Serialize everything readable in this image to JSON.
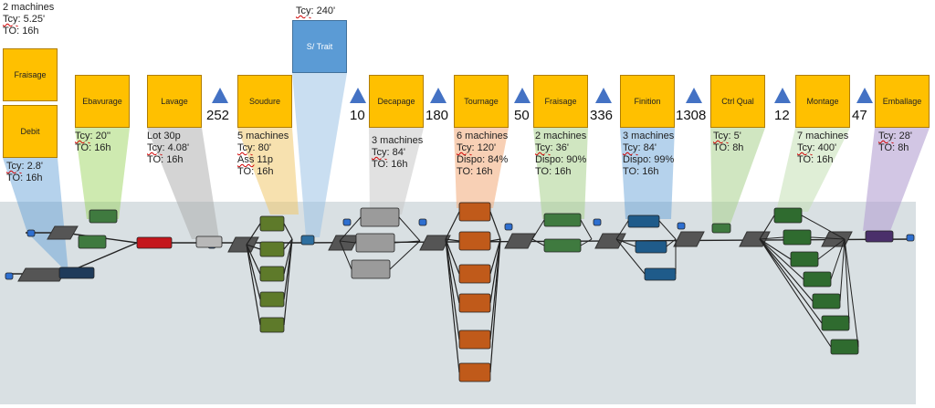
{
  "stations": [
    {
      "id": "fraisage1",
      "label": "Fraisage",
      "info": [
        [
          "2 machines"
        ],
        [
          "Tcy",
          ": 5.25'"
        ],
        [
          "TO: 16h"
        ]
      ]
    },
    {
      "id": "debit",
      "label": "Debit",
      "info": [
        [
          "Tcy",
          ": 2.8'"
        ],
        [
          "TO: 16h"
        ]
      ]
    },
    {
      "id": "ebavurage",
      "label": "Ebavurage",
      "info": [
        [
          "Tcy",
          ": 20''"
        ],
        [
          "TO: 16h"
        ]
      ]
    },
    {
      "id": "lavage",
      "label": "Lavage",
      "info": [
        [
          "Lot 30p"
        ],
        [
          "Tcy",
          ": 4.08'"
        ],
        [
          "TO: 16h"
        ]
      ]
    },
    {
      "id": "soudure",
      "label": "Soudure",
      "info": [
        [
          "5 machines"
        ],
        [
          "Tcy",
          ": 80'"
        ],
        [
          "Ass",
          " 11p"
        ],
        [
          "TO: 16h"
        ]
      ]
    },
    {
      "id": "strait",
      "label": "S/ Trait",
      "info": [
        [
          "Tcy",
          ": 240'"
        ]
      ]
    },
    {
      "id": "decapage",
      "label": "Decapage",
      "info": [
        [
          "3 machines"
        ],
        [
          "Tcy",
          ": 84'"
        ],
        [
          "TO: 16h"
        ]
      ]
    },
    {
      "id": "tournage",
      "label": "Tournage",
      "info": [
        [
          "6 machines"
        ],
        [
          "Tcy",
          ": 120'"
        ],
        [
          "Dispo: 84%"
        ],
        [
          "TO: 16h"
        ]
      ]
    },
    {
      "id": "fraisage2",
      "label": "Fraisage",
      "info": [
        [
          "2 machines"
        ],
        [
          "Tcy",
          ": 36'"
        ],
        [
          "Dispo: 90%"
        ],
        [
          "TO: 16h"
        ]
      ]
    },
    {
      "id": "finition",
      "label": "Finition",
      "info": [
        [
          "3 machines"
        ],
        [
          "Tcy",
          ": 84'"
        ],
        [
          "Dispo: 99%"
        ],
        [
          "TO: 16h"
        ]
      ]
    },
    {
      "id": "ctrlqual",
      "label": "Ctrl Qual",
      "info": [
        [
          "Tcy",
          ": 5'"
        ],
        [
          "TO: 8h"
        ]
      ]
    },
    {
      "id": "montage",
      "label": "Montage",
      "info": [
        [
          "7 machines"
        ],
        [
          "Tcy",
          ": 400'"
        ],
        [
          "TO: 16h"
        ]
      ]
    },
    {
      "id": "emballage",
      "label": "Emballage",
      "info": [
        [
          "Tcy",
          ": 28'"
        ],
        [
          "TO: 8h"
        ]
      ]
    }
  ],
  "stocks": [
    "252",
    "10",
    "180",
    "50",
    "336",
    "1308",
    "12",
    "47"
  ],
  "colors": {
    "process": "#ffc000",
    "subcontract": "#5b9bd5",
    "inventory": "#4472c4",
    "floor": "#d9e0e3"
  }
}
